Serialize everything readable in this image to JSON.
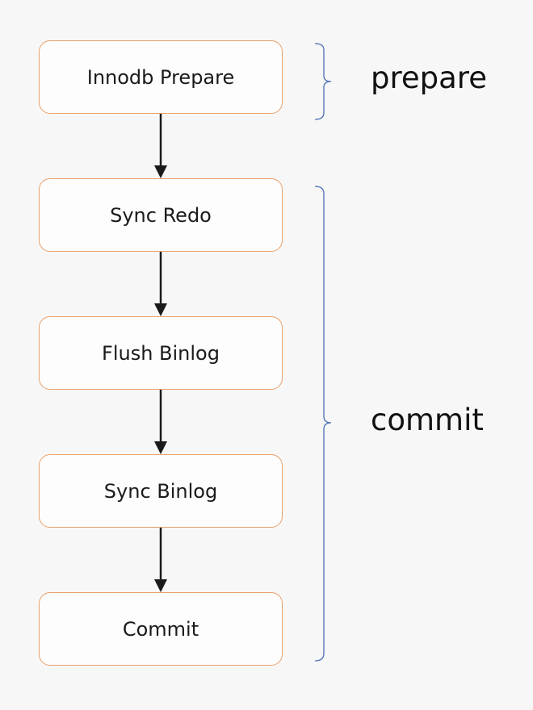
{
  "steps": [
    {
      "label": "Innodb Prepare"
    },
    {
      "label": "Sync Redo"
    },
    {
      "label": "Flush Binlog"
    },
    {
      "label": "Sync Binlog"
    },
    {
      "label": "Commit"
    }
  ],
  "phases": {
    "prepare": {
      "label": "prepare"
    },
    "commit": {
      "label": "commit"
    }
  },
  "colors": {
    "box_border": "#e8a06b",
    "brace": "#4a6fb5",
    "arrow": "#1a1a1a"
  }
}
